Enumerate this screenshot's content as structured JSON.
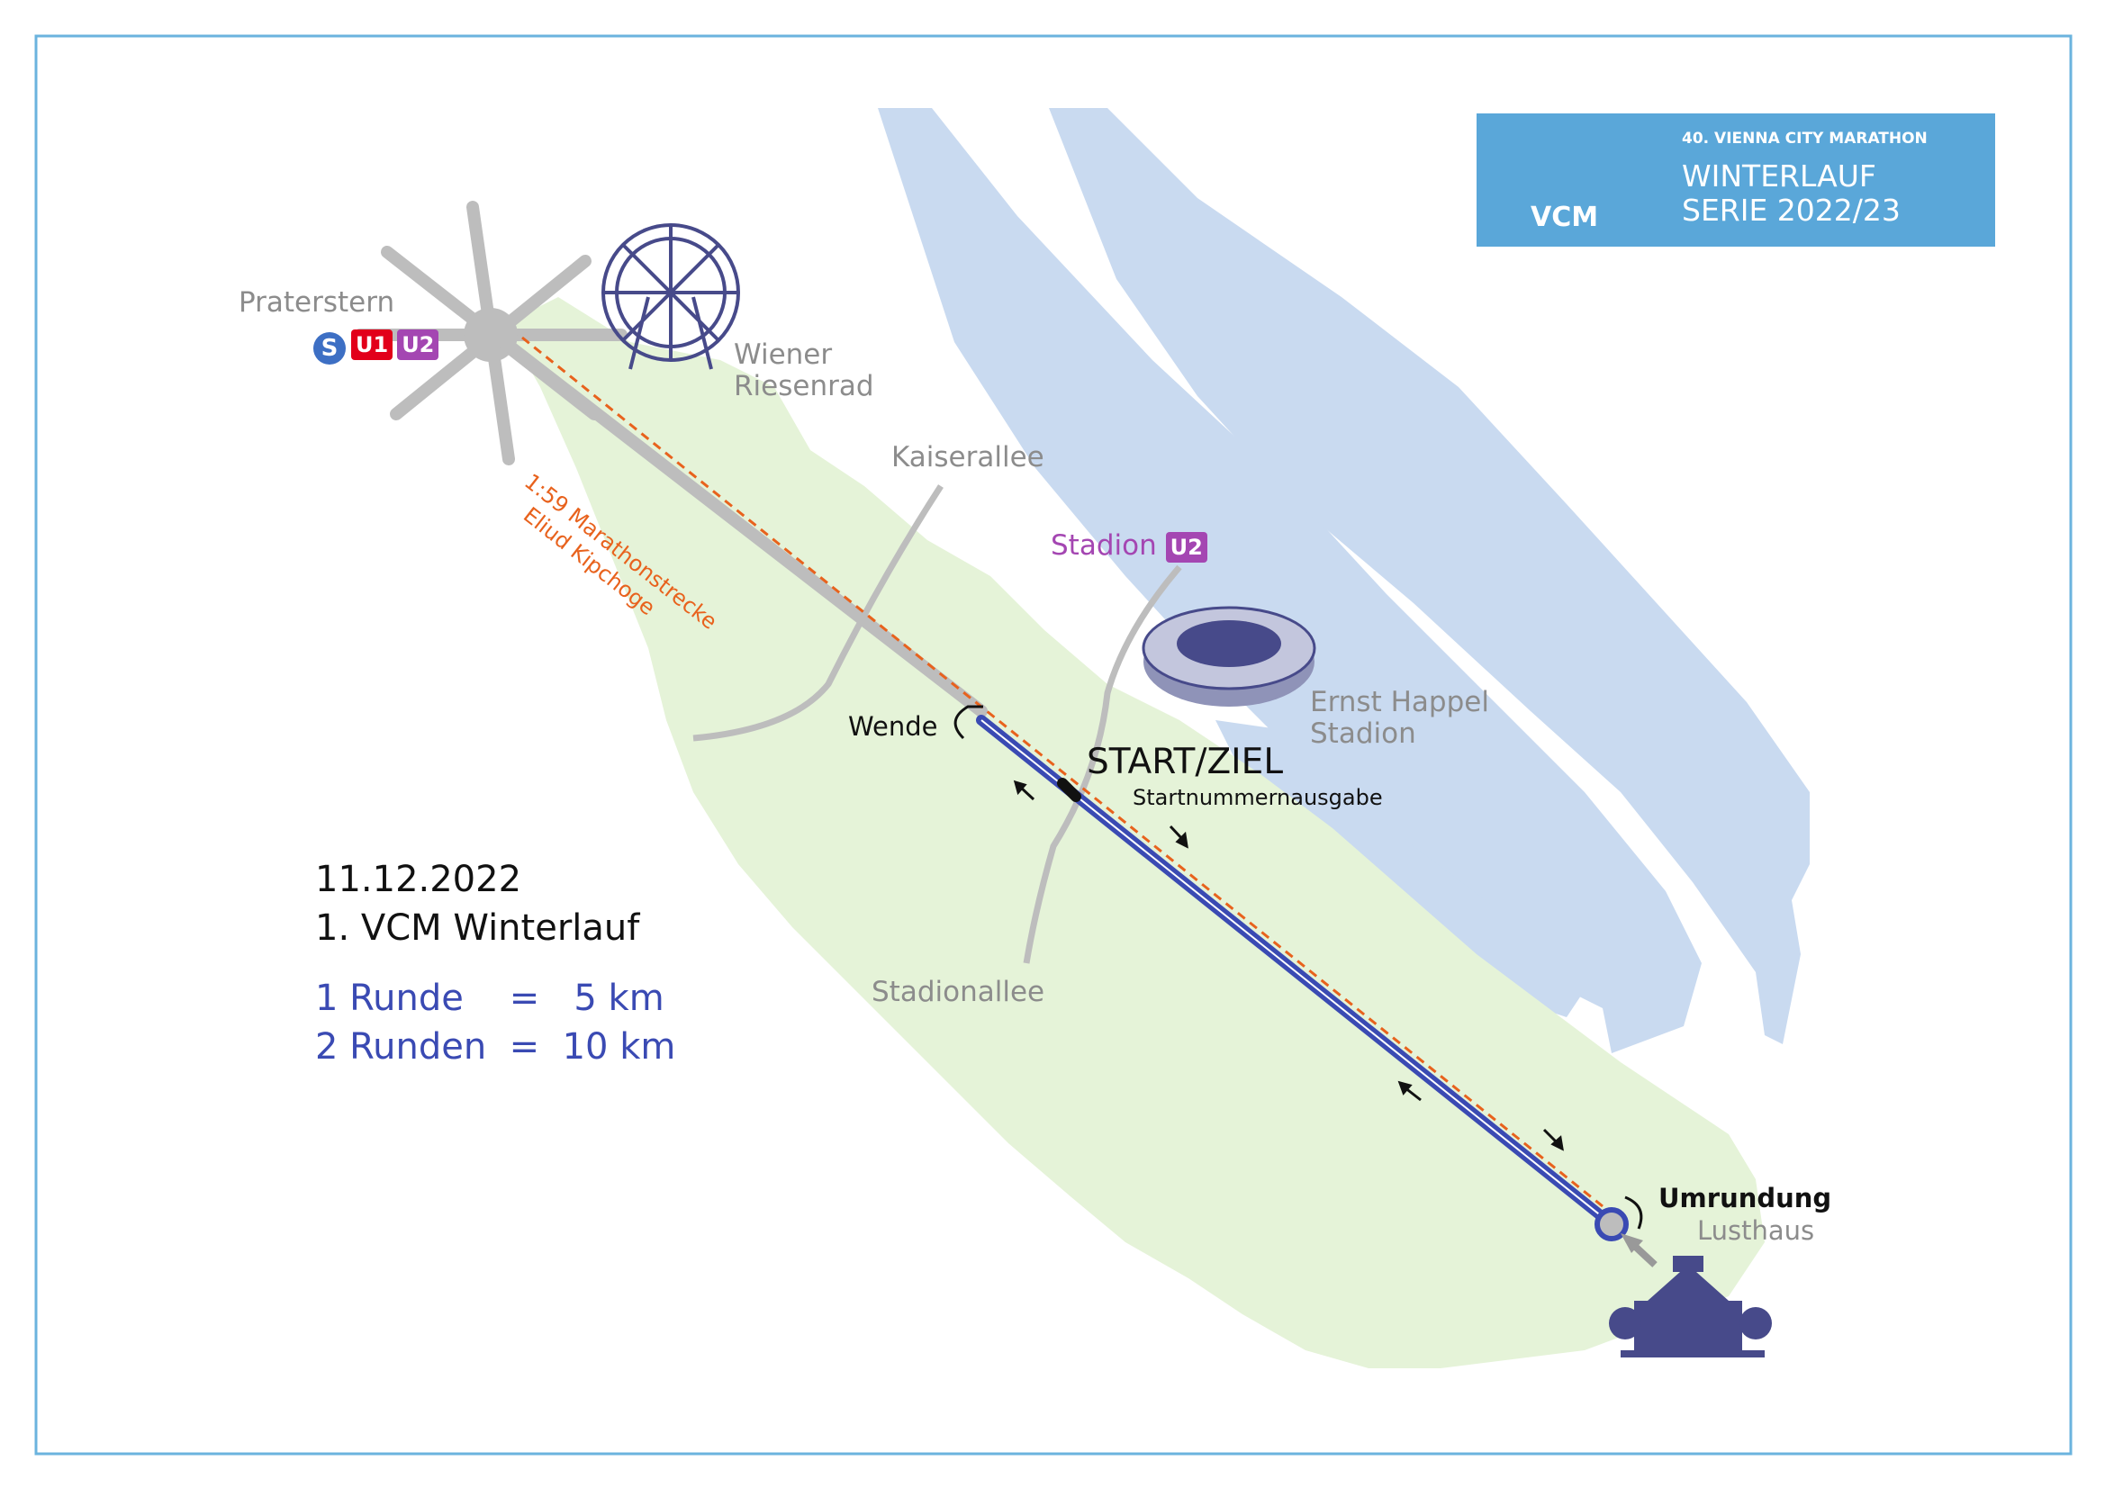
{
  "places": {
    "praterstern": "Praterstern",
    "riesenrad_1": "Wiener",
    "riesenrad_2": "Riesenrad",
    "kaiserallee": "Kaiserallee",
    "stadion": "Stadion",
    "ernst_happel_1": "Ernst Happel",
    "ernst_happel_2": "Stadion",
    "stadionallee": "Stadionallee",
    "wende": "Wende",
    "start_ziel": "START/ZIEL",
    "startnummern": "Startnummernausgabe",
    "umrundung": "Umrundung",
    "lusthaus": "Lusthaus",
    "marathon_line1": "1:59 Marathonstrecke",
    "marathon_line2": "Eliud Kipchoge"
  },
  "transit": {
    "s": "S",
    "u1": "U1",
    "u2": "U2",
    "stadion_u2": "U2",
    "colors": {
      "s": "#3d6fc4",
      "u1": "#e2001a",
      "u2": "#a446b2"
    }
  },
  "info": {
    "date": "11.12.2022",
    "event": "1. VCM Winterlauf",
    "runde1": "1 Runde    =   5 km",
    "runde2": "2 Runden  =  10 km"
  },
  "logo": {
    "event_line": "40. VIENNA CITY MARATHON",
    "title_1": "WINTERLAUF",
    "title_2": "SERIE 2022/23",
    "brand": "VCM"
  },
  "colors": {
    "water": "#c9daf0",
    "park": "#e5f3d8",
    "route": "#3a4ab3",
    "marathon": "#e8621d",
    "road": "#bdbdbd",
    "frame": "#6bb3de"
  }
}
